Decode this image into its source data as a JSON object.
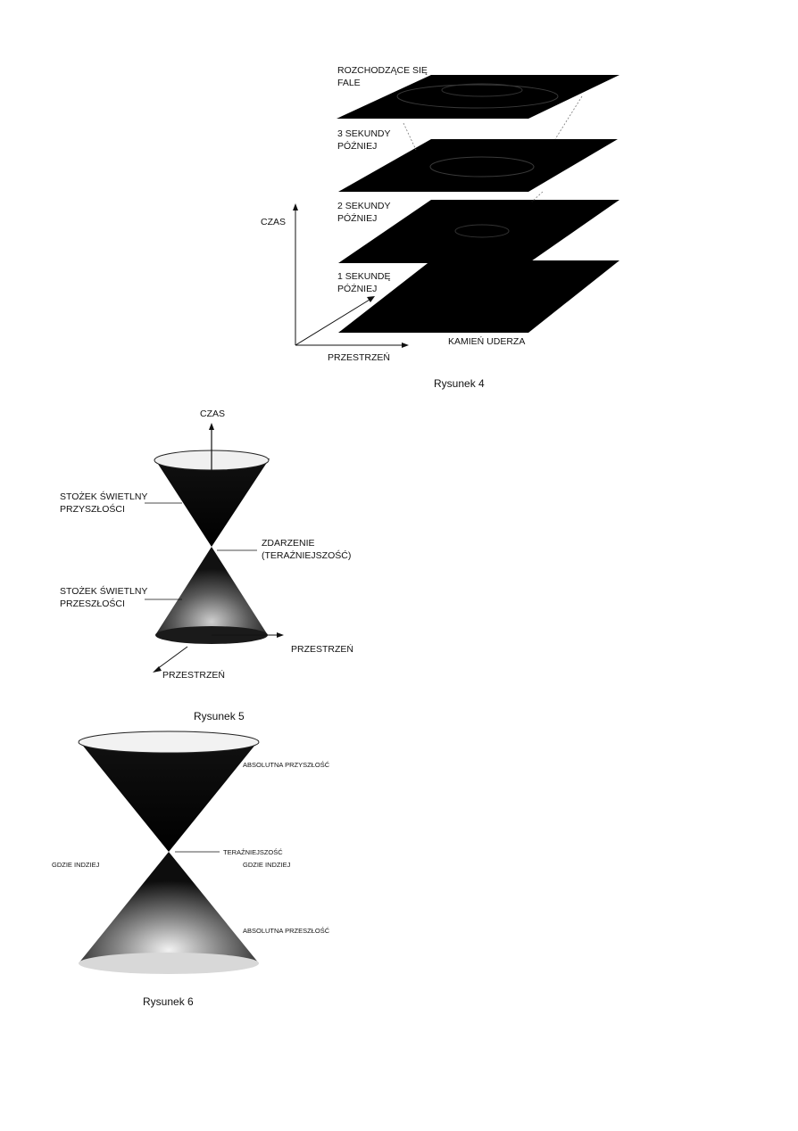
{
  "figure4": {
    "planes": {
      "top_left": "ROZCHODZĄCE SIĘ",
      "top_left_2": "FALE",
      "p3_1": "3 SEKUNDY",
      "p3_2": "PÓŹNIEJ",
      "p2_1": "2 SEKUNDY",
      "p2_2": "PÓŹNIEJ",
      "p1_1": "1 SEKUNDĘ",
      "p1_2": "PÓŹNIEJ"
    },
    "axis_time": "CZAS",
    "axis_space": "PRZESTRZEŃ",
    "stone_label": "KAMIEŃ UDERZA",
    "caption": "Rysunek 4"
  },
  "figure5": {
    "axis_time": "CZAS",
    "future_cone_1": "STOŻEK ŚWIETLNY",
    "future_cone_2": "PRZYSZŁOŚCI",
    "event_1": "ZDARZENIE",
    "event_2": "(TERAŹNIEJSZOŚĆ)",
    "past_cone_1": "STOŻEK ŚWIETLNY",
    "past_cone_2": "PRZESZŁOŚCI",
    "space_right": "PRZESTRZEŃ",
    "space_left": "PRZESTRZEŃ",
    "caption": "Rysunek 5"
  },
  "figure6": {
    "absolute_future": "ABSOLUTNA PRZYSZŁOŚĆ",
    "present": "TERAŹNIEJSZOŚĆ",
    "elsewhere_left": "GDZIE INDZIEJ",
    "elsewhere_right": "GDZIE INDZIEJ",
    "absolute_past": "ABSOLUTNA PRZESZŁOŚĆ",
    "caption": "Rysunek 6"
  }
}
